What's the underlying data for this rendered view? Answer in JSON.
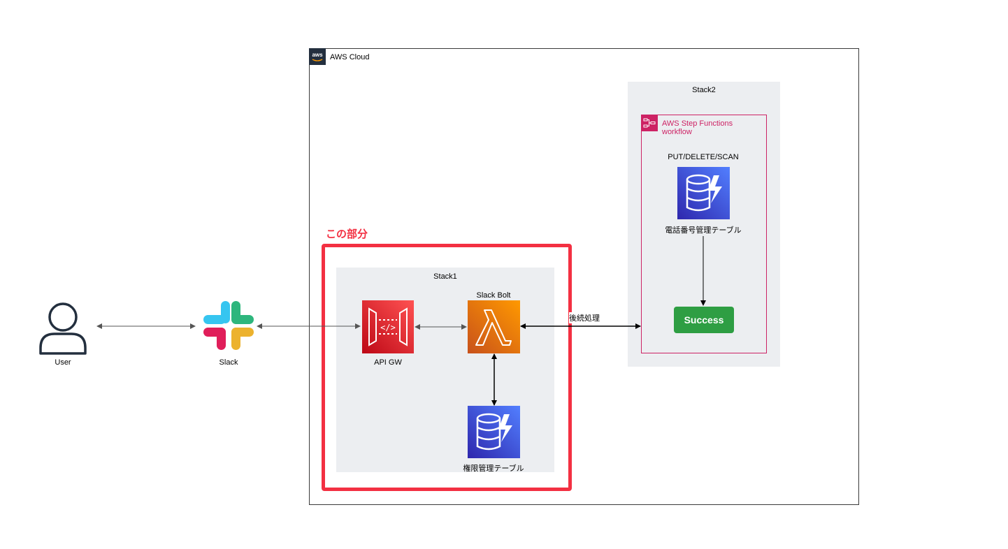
{
  "aws_cloud": {
    "title": "AWS Cloud"
  },
  "highlight": {
    "label": "この部分"
  },
  "stack1": {
    "title": "Stack1",
    "api_gw_label": "API GW",
    "lambda_label": "Slack Bolt",
    "table_label": "権限管理テーブル"
  },
  "stack2": {
    "title": "Stack2",
    "workflow_title": "AWS Step Functions workflow",
    "operation_label": "PUT/DELETE/SCAN",
    "table_label": "電話番号管理テーブル",
    "success_label": "Success"
  },
  "user": {
    "label": "User"
  },
  "slack": {
    "label": "Slack"
  },
  "edge": {
    "async_label": "後続処理"
  },
  "colors": {
    "highlight": "#f33042",
    "step_functions": "#cd2264",
    "stack_bg": "#eceef1",
    "success": "#2e9e43"
  },
  "icons": [
    "user-icon",
    "slack-icon",
    "aws-logo-icon",
    "api-gateway-icon",
    "lambda-icon",
    "dynamodb-icon",
    "step-functions-icon"
  ]
}
